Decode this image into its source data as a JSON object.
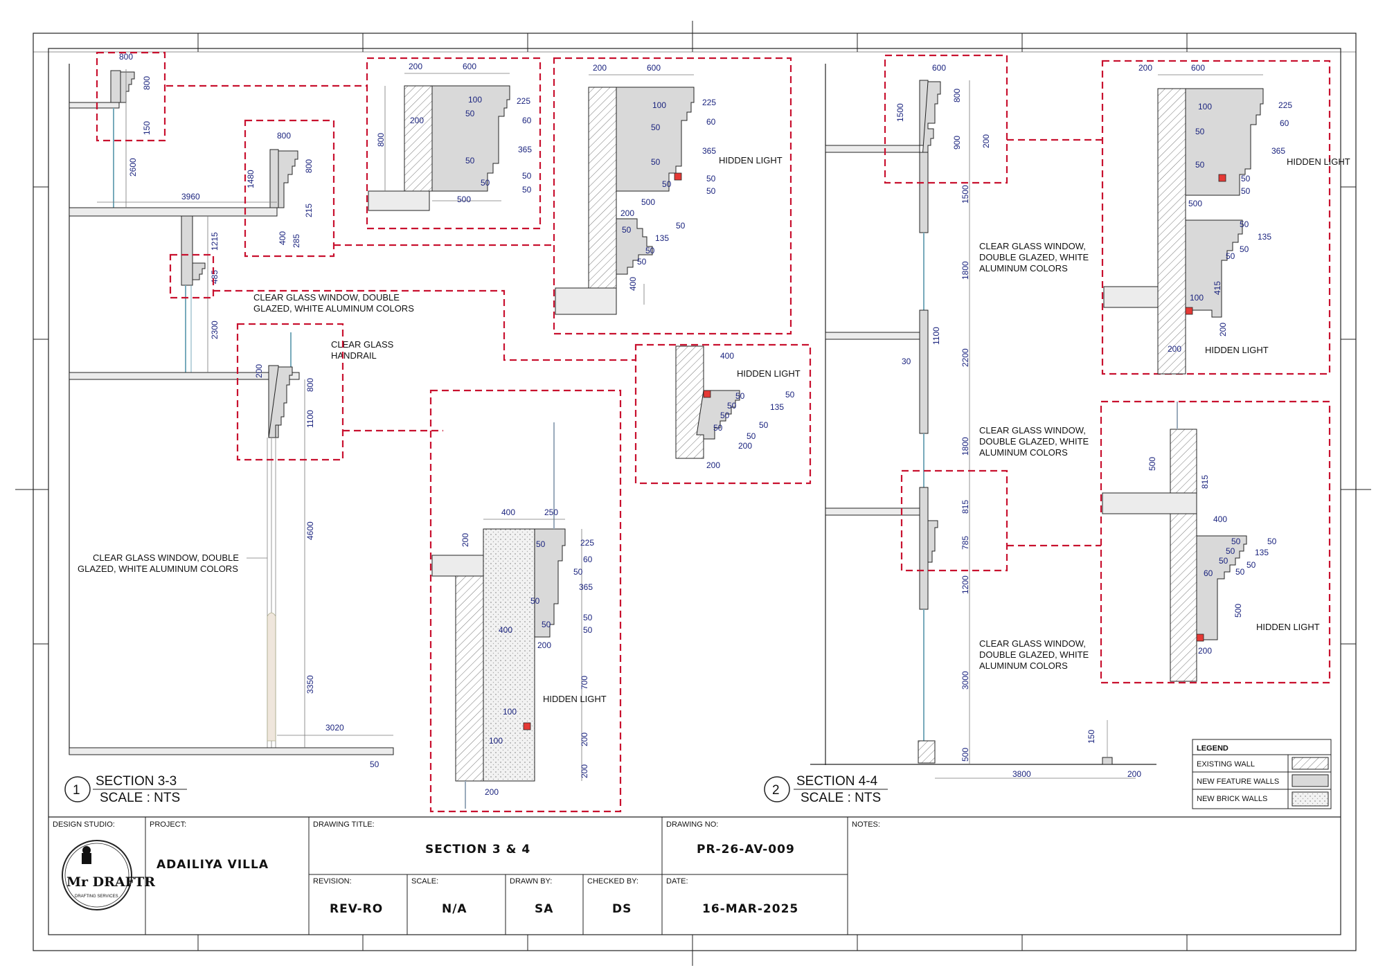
{
  "sections": {
    "left": {
      "number": "1",
      "title": "SECTION 3-3",
      "scale": "SCALE : NTS"
    },
    "right": {
      "number": "2",
      "title": "SECTION 4-4",
      "scale": "SCALE : NTS"
    }
  },
  "notes": {
    "glass_window_double": "CLEAR GLASS WINDOW, DOUBLE",
    "glazed_white": "GLAZED, WHITE ALUMINUM COLORS",
    "clear_glass": "CLEAR GLASS",
    "handrail": "HANDRAIL",
    "hidden_light": "HIDDEN LIGHT",
    "cgw_line1": "CLEAR GLASS WINDOW,",
    "cgw_line2": "DOUBLE GLAZED, WHITE",
    "cgw_line3": "ALUMINUM COLORS"
  },
  "dims": {
    "d30": "30",
    "d50": "50",
    "d60": "60",
    "d100": "100",
    "d135": "135",
    "d150": "150",
    "d200": "200",
    "d215": "215",
    "d225": "225",
    "d250": "250",
    "d285": "285",
    "d365": "365",
    "d400": "400",
    "d415": "415",
    "d485": "485",
    "d500": "500",
    "d600": "600",
    "d700": "700",
    "d785": "785",
    "d800": "800",
    "d815": "815",
    "d900": "900",
    "d1100": "1100",
    "d1200": "1200",
    "d1215": "1215",
    "d1480": "1480",
    "d1500": "1500",
    "d1800": "1800",
    "d2200": "2200",
    "d2300": "2300",
    "d2600": "2600",
    "d3000": "3000",
    "d3020": "3020",
    "d3350": "3350",
    "d3800": "3800",
    "d3960": "3960",
    "d4600": "4600"
  },
  "legend": {
    "title": "LEGEND",
    "items": [
      "EXISTING WALL",
      "NEW FEATURE WALLS",
      "NEW BRICK WALLS"
    ]
  },
  "title_block": {
    "design_studio_label": "DESIGN STUDIO:",
    "logo_text": "Mr DRAFTR",
    "logo_sub": "DRAFTING SERVICES",
    "project_label": "PROJECT:",
    "project": "ADAILIYA VILLA",
    "drawing_title_label": "DRAWING TITLE:",
    "drawing_title": "SECTION 3 & 4",
    "drawing_no_label": "DRAWING NO:",
    "drawing_no": "PR-26-AV-009",
    "notes_label": "NOTES:",
    "revision_label": "REVISION:",
    "revision": "REV-RO",
    "scale_label": "SCALE:",
    "scale": "N/A",
    "drawn_by_label": "DRAWN BY:",
    "drawn_by": "SA",
    "checked_by_label": "CHECKED BY:",
    "checked_by": "DS",
    "date_label": "DATE:",
    "date": "16-MAR-2025"
  },
  "colors": {
    "callout": "#c8102e",
    "dimension_text": "#1a237e",
    "hidden_light": "#e53935"
  }
}
